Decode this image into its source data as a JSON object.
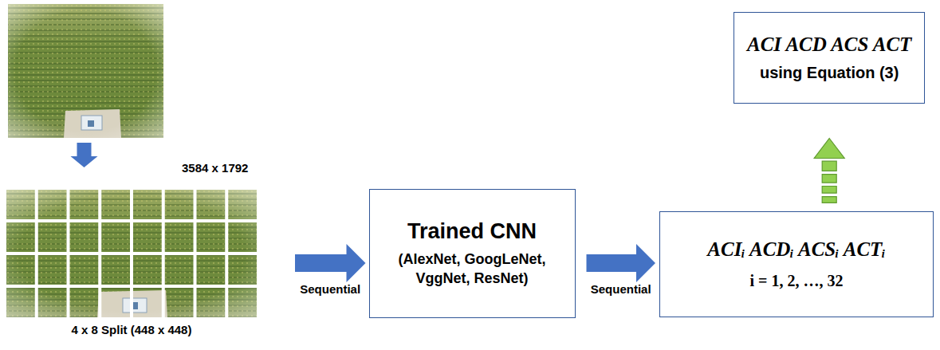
{
  "diagram": {
    "nodes": [
      {
        "text": [
          "3584 x 1792"
        ]
      },
      {
        "text": [
          "4 x 8 Split (448 x 448)"
        ]
      },
      {
        "text": [
          "Trained CNN",
          "(AlexNet, GoogLeNet, VggNet, ResNet)"
        ]
      },
      {
        "text": [
          "ACIᵢ ACDᵢ ACSᵢ ACTᵢ",
          "i = 1, 2, …, 32"
        ]
      },
      {
        "text": [
          "ACI ACD ACS ACT",
          "using Equation (3)"
        ]
      }
    ],
    "edges": [
      {
        "from": 0,
        "to": 1,
        "arrow": "to"
      },
      {
        "from": 1,
        "to": 2,
        "label": "Sequential",
        "arrow": "to"
      },
      {
        "from": 2,
        "to": 3,
        "label": "Sequential",
        "arrow": "to"
      },
      {
        "from": 3,
        "to": 4,
        "arrow": "to"
      }
    ]
  }
}
